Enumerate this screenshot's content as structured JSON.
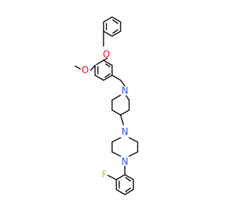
{
  "molecule": {
    "atoms": [
      {
        "id": "O_benzyloxy",
        "element": "O",
        "label": "O",
        "color": "#ff0d0d"
      },
      {
        "id": "O_methoxy",
        "element": "O",
        "label": "O",
        "color": "#ff0d0d"
      },
      {
        "id": "N_piperidine",
        "element": "N",
        "label": "N",
        "color": "#3050f8"
      },
      {
        "id": "N_piperazine_top",
        "element": "N",
        "label": "N",
        "color": "#3050f8"
      },
      {
        "id": "N_piperazine_bottom",
        "element": "N",
        "label": "N",
        "color": "#3050f8"
      },
      {
        "id": "F",
        "element": "F",
        "label": "F",
        "color": "#90e050"
      }
    ],
    "bond_color": "#000000",
    "background": "#ffffff"
  }
}
